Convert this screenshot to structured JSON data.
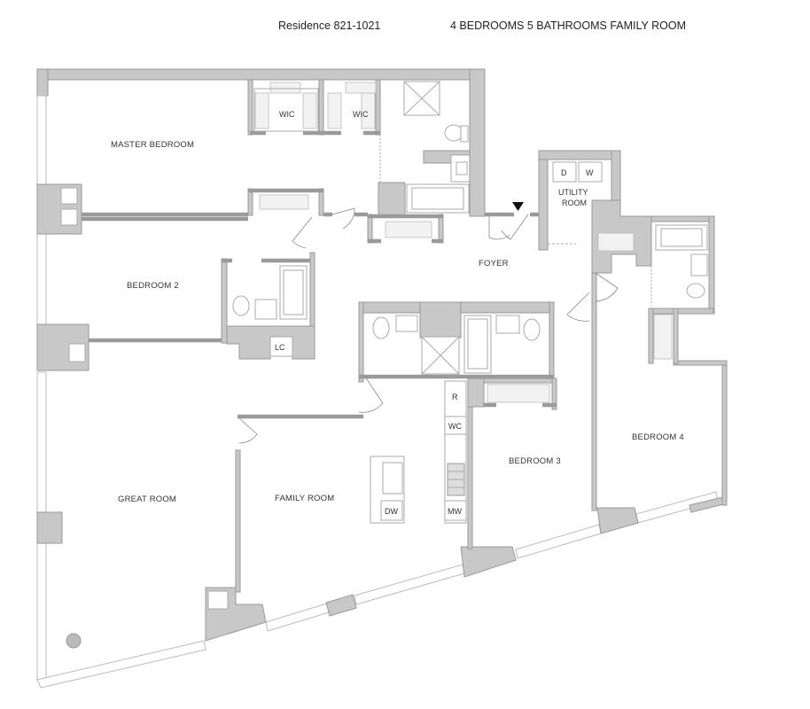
{
  "header": {
    "residence": "Residence 821-1021",
    "summary": "4 BEDROOMS 5 BATHROOMS  FAMILY ROOM"
  },
  "rooms": {
    "master_bedroom": "MASTER BEDROOM",
    "wic_1": "WIC",
    "wic_2": "WIC",
    "utility_room_line1": "UTILITY",
    "utility_room_line2": "ROOM",
    "dryer": "D",
    "washer": "W",
    "foyer": "FOYER",
    "bedroom_2": "BEDROOM 2",
    "linen_closet": "LC",
    "bedroom_3": "BEDROOM 3",
    "bedroom_4": "BEDROOM 4",
    "great_room": "GREAT ROOM",
    "family_room": "FAMILY ROOM",
    "refrigerator": "R",
    "wine_cooler": "WC",
    "microwave": "MW",
    "dishwasher": "DW"
  },
  "colors": {
    "wall_fill": "#c8c8c8",
    "wall_stroke": "#999999",
    "background": "#ffffff",
    "text": "#333333"
  }
}
